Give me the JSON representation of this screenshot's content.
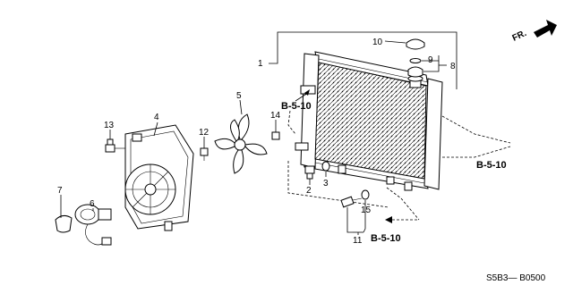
{
  "part_numbers": {
    "p1": "1",
    "p2": "2",
    "p3": "3",
    "p4": "4",
    "p5": "5",
    "p6": "6",
    "p7": "7",
    "p8": "8",
    "p9": "9",
    "p10": "10",
    "p11": "11",
    "p12": "12",
    "p13": "13",
    "p14": "14",
    "p15": "15"
  },
  "references": {
    "ref_left": "B-5-10",
    "ref_right": "B-5-10",
    "ref_bottom": "B-5-10"
  },
  "direction_label": "FR.",
  "diagram_code": "S5B3— B0500"
}
